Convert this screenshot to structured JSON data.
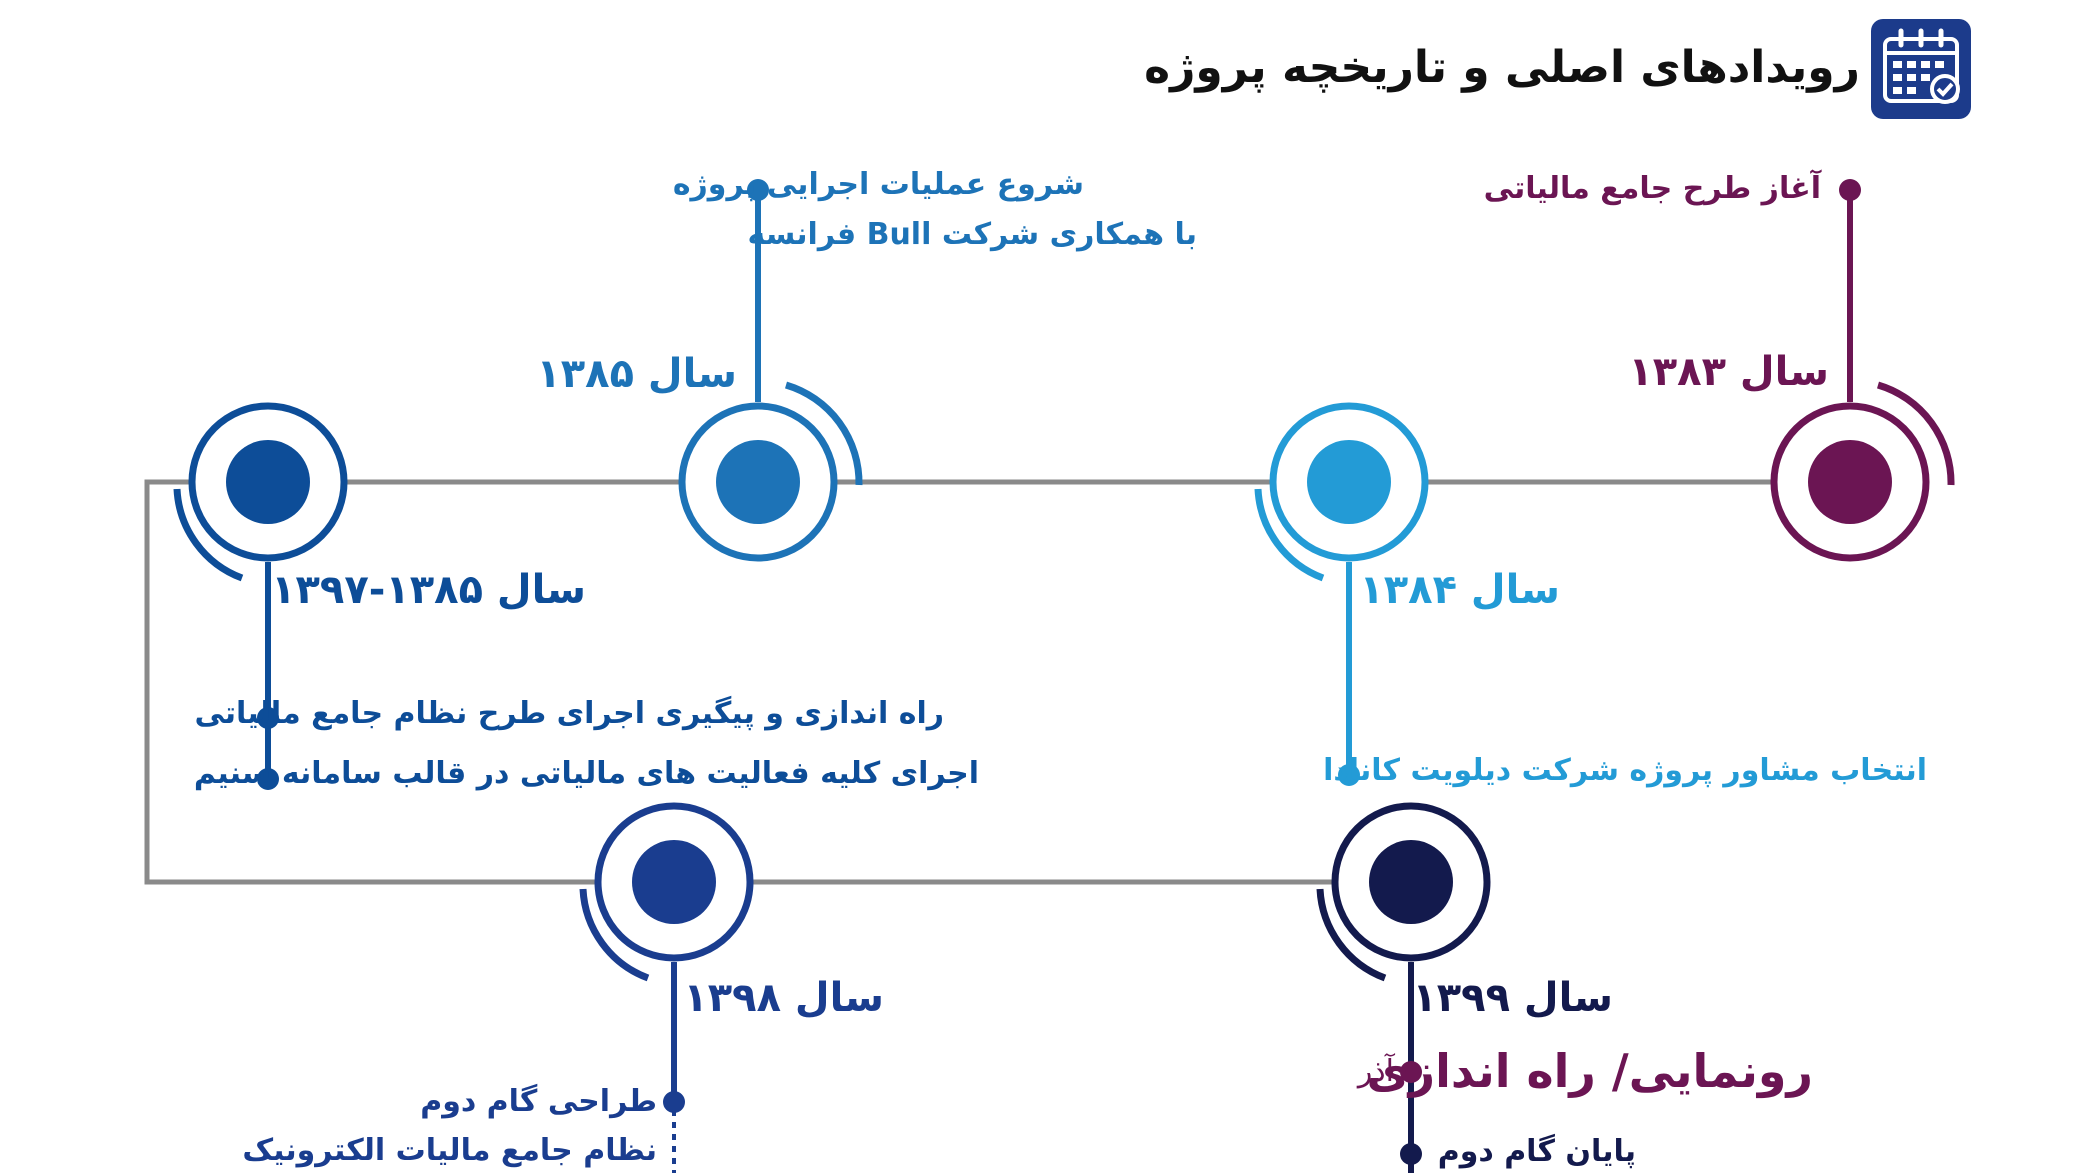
{
  "header": {
    "title": "رویدادهای اصلی و تاریخچه پروژه",
    "icon": "calendar-check-icon"
  },
  "colors": {
    "maroon": "#6b1553",
    "blue": "#1d73b7",
    "lightblue": "#239bd6",
    "navy": "#0d4d98",
    "darkblue": "#1a3d8f",
    "midnight": "#131a4d",
    "line": "#8a8a8a"
  },
  "events": {
    "e1383": {
      "year": "سال ۱۳۸۳",
      "text": "آغاز طرح جامع مالیاتی"
    },
    "e1384": {
      "year": "سال ۱۳۸۴",
      "text": "انتخاب مشاور پروژه شرکت دیلویت کانادا"
    },
    "e1385": {
      "year": "سال ۱۳۸۵",
      "line1": "شروع عملیات اجرایی پروژه",
      "line2": "با همکاری شرکت Bull فرانسه"
    },
    "e1385_1397": {
      "year": "سال ۱۳۸۵-۱۳۹۷",
      "line1": "راه اندازی و پیگیری اجرای طرح نظام جامع مالیاتی",
      "line2": "اجرای کلیه فعالیت های مالیاتی در قالب سامانه سنیم"
    },
    "e1398": {
      "year": "سال ۱۳۹۸",
      "line1": "طراحی گام دوم",
      "line2": "نظام جامع مالیات الکترونیک"
    },
    "e1399": {
      "year": "سال ۱۳۹۹",
      "big": "رونمایی/ راه اندازی",
      "month": "آذر",
      "text": "پایان گام دوم"
    }
  }
}
